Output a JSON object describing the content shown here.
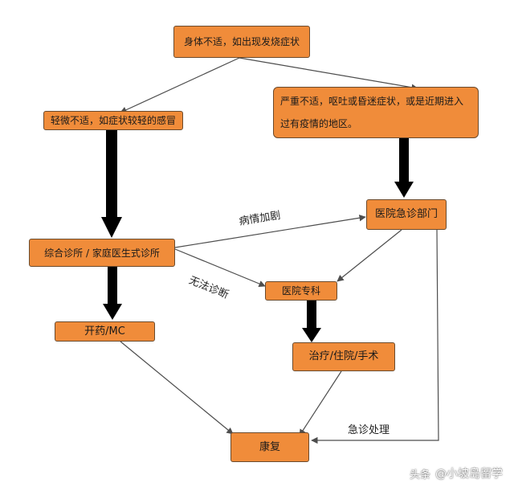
{
  "colors": {
    "box_fill": "#f08c3a",
    "box_border": "#6b4a2c",
    "arrow_thin": "#4d4d4d",
    "arrow_thick": "#000000"
  },
  "nodes": {
    "fever_symptoms": "身体不适，如出现发烧症状",
    "mild_cold": "轻微不适，如症状较轻的感冒",
    "severe_symptoms": "严重不适，呕吐或昏迷症状，或是近期进入过有疫情的地区。",
    "clinic_gp": "综合诊所 / 家庭医生式诊所",
    "hospital_er": "医院急诊部门",
    "hospital_specialist": "医院专科",
    "medication_mc": "开药/MC",
    "treatment": "治疗/住院/手术",
    "recovery": "康复"
  },
  "edge_labels": {
    "worsening": "病情加剧",
    "cannot_diagnose": "无法诊断",
    "emergency_treatment": "急诊处理"
  },
  "watermark": {
    "prefix": "头条",
    "handle": "@小坡岛留学"
  }
}
